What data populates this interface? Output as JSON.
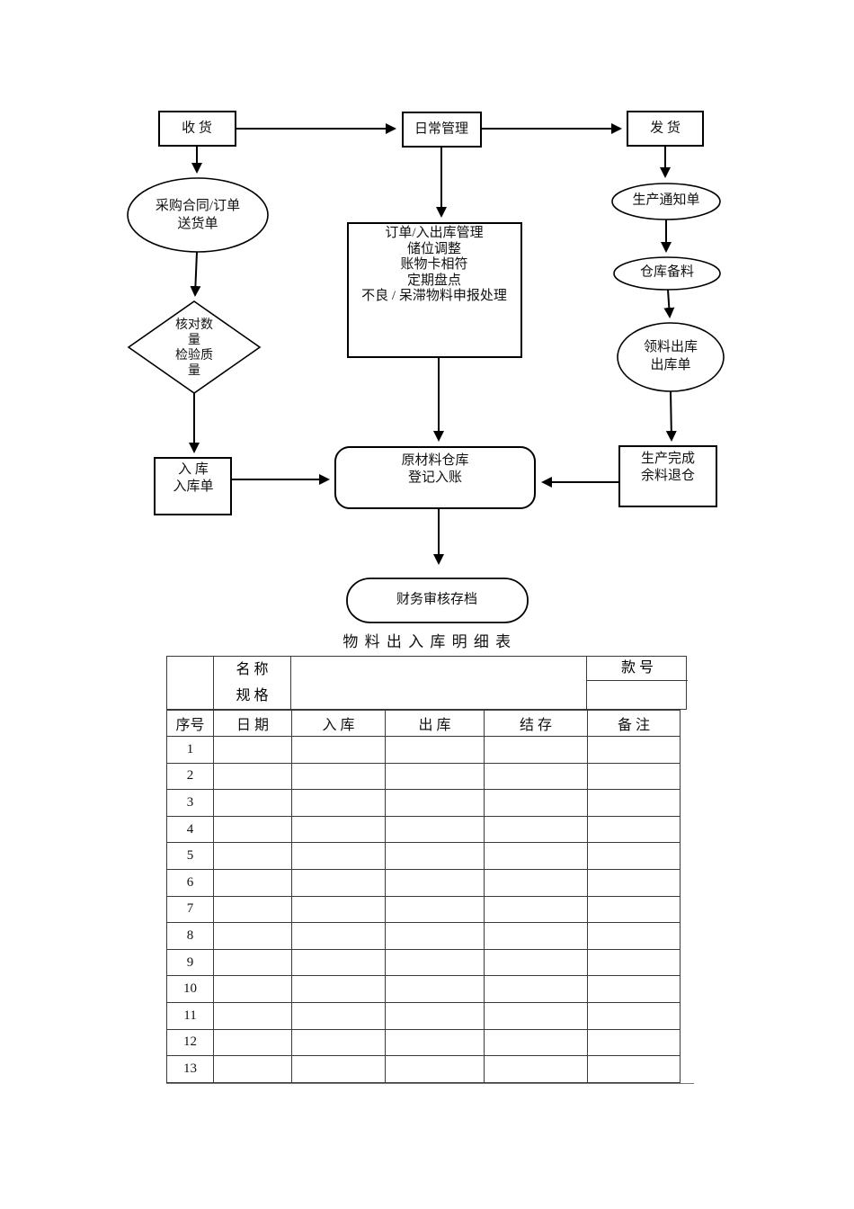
{
  "flowchart": {
    "nodes": {
      "receive": {
        "label": "收  货"
      },
      "daily": {
        "label": "日常管理"
      },
      "ship": {
        "label": "发  货"
      },
      "purchase": {
        "label": "采购合同/订单\n送货单"
      },
      "order_mgmt": {
        "label": "订单/入出库管理\n储位调整\n账物卡相符\n定期盘点\n不良 / 呆滞物料申报处理"
      },
      "notice": {
        "label": "生产通知单"
      },
      "prepare": {
        "label": "仓库备料"
      },
      "pick": {
        "label": "领料出库\n出库单"
      },
      "check": {
        "label": "核对数\n量\n检验质\n量"
      },
      "inbound": {
        "label": "入  库\n入库单"
      },
      "warehouse": {
        "label": "原材料仓库\n登记入账"
      },
      "production_done": {
        "label": "生产完成\n余料退仓"
      },
      "finance": {
        "label": "财务审核存档"
      }
    }
  },
  "table": {
    "title": "物 料 出 入 库 明 细 表",
    "top": {
      "name_spec_label": "名 称\n规 格",
      "style_no_label": "款 号"
    },
    "headers": [
      "序号",
      "日 期",
      "入 库",
      "出 库",
      "结 存",
      "备 注"
    ],
    "row_numbers": [
      "1",
      "2",
      "3",
      "4",
      "5",
      "6",
      "7",
      "8",
      "9",
      "10",
      "11",
      "12",
      "13"
    ]
  }
}
